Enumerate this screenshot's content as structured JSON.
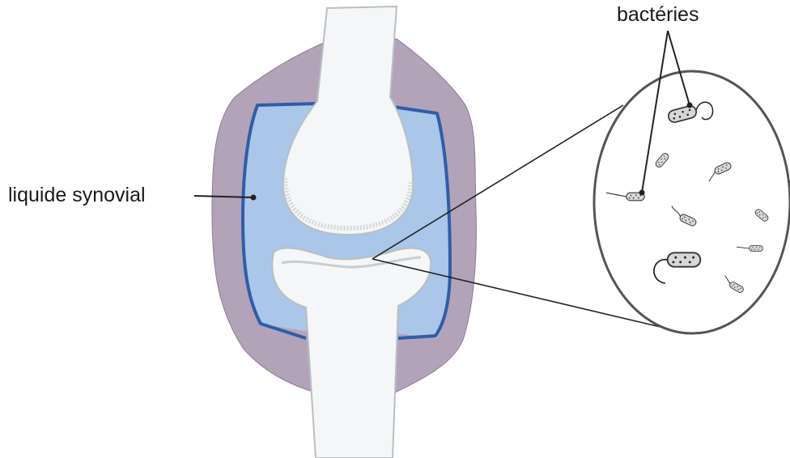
{
  "labels": {
    "synovial_fluid": "liquide synovial",
    "bacteria": "bactéries"
  },
  "colors": {
    "capsule": "#b3a3b9",
    "synovial_fluid": "#aac6e8",
    "membrane": "#2e5ea8",
    "bone": "#f4f6f7",
    "bone_outline": "#b9bfc3",
    "bacterium_fill": "#d9d6d9",
    "bacterium_outline": "#333333",
    "leader_line": "#222222"
  },
  "icons": [
    "bacterium-icon",
    "magnified-view-circle"
  ]
}
